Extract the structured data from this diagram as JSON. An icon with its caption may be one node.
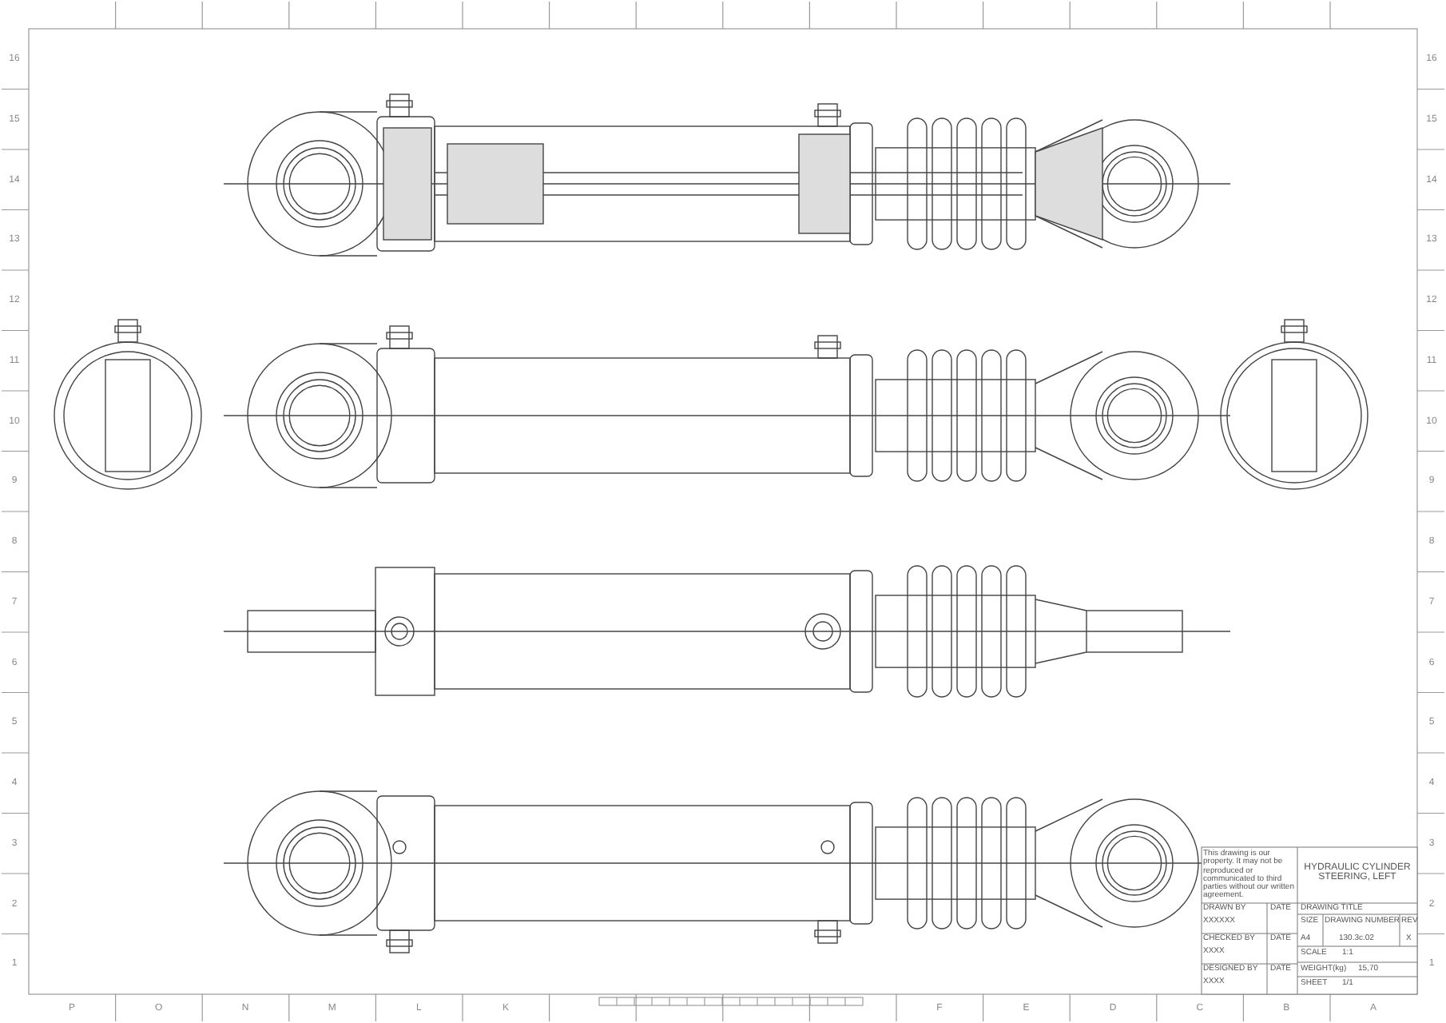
{
  "diagram": {
    "labels": [
      "16",
      "15",
      "14",
      "13",
      "12",
      "11",
      "10",
      "9",
      "8",
      "7",
      "6",
      "5",
      "4",
      "3",
      "2",
      "1",
      "16",
      "15",
      "14",
      "13",
      "12",
      "11",
      "10",
      "9",
      "8",
      "7",
      "6",
      "5",
      "4",
      "3",
      "2",
      "1",
      "P",
      "O",
      "N",
      "M",
      "L",
      "K",
      "F",
      "E",
      "D",
      "C",
      "B",
      "A",
      "This drawing is our property. It may not be reproduced or communicated to third parties without our written agreement.",
      "HYDRAULIC CYLINDER STEERING, LEFT",
      "DRAWN BY",
      "DATE",
      "DRAWING TITLE",
      "XXXXXX",
      "SIZE",
      "DRAWING NUMBER",
      "REV",
      "CHECKED BY",
      "DATE",
      "A4",
      "130.3c.02",
      "X",
      "XXXX",
      "SCALE",
      "1:1",
      "DESIGNED BY",
      "DATE",
      "WEIGHT(kg)",
      "15,70",
      "XXXX",
      "SHEET",
      "1/1"
    ]
  }
}
